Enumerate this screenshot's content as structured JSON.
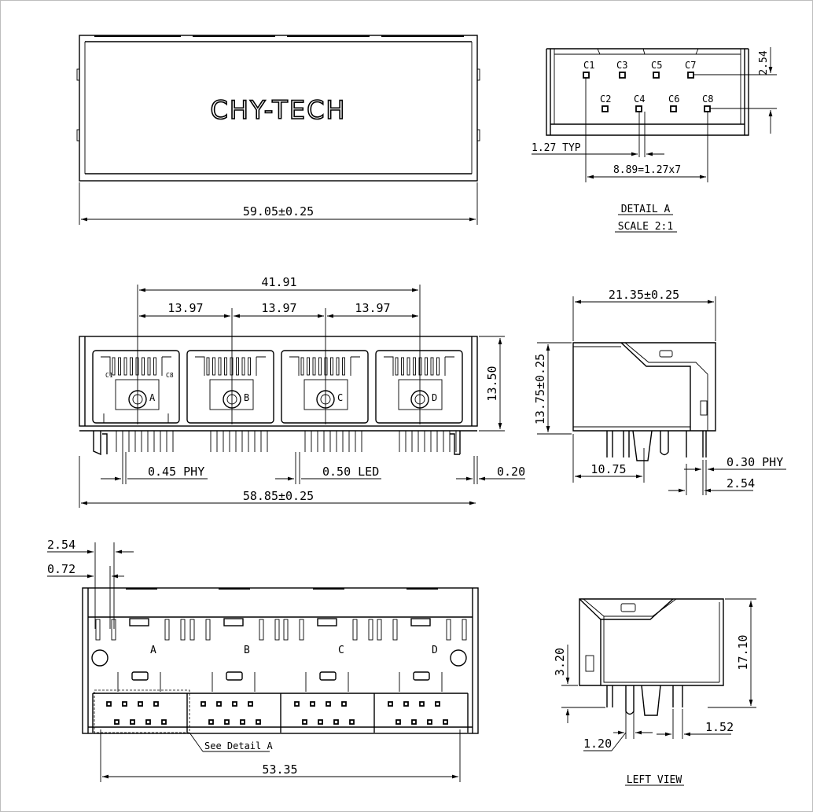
{
  "brand": "CHY-TECH",
  "top_view": {
    "width_dim": "59.05±0.25"
  },
  "detail_a": {
    "pins": [
      "C1",
      "C2",
      "C3",
      "C4",
      "C5",
      "C6",
      "C7",
      "C8"
    ],
    "dim_pitch_vertical": "2.54",
    "dim_typ": "1.27 TYP",
    "dim_span": "8.89=1.27x7",
    "title": "DETAIL A",
    "scale": "SCALE 2:1"
  },
  "front_view": {
    "dim_total_pitch": "41.91",
    "dim_port_pitch": [
      "13.97",
      "13.97",
      "13.97"
    ],
    "dim_height": "13.50",
    "port_labels": [
      "A",
      "B",
      "C",
      "D"
    ],
    "led_labels": [
      "C1",
      "C8"
    ],
    "dim_phy": "0.45 PHY",
    "dim_led": "0.50 LED",
    "dim_offset": "0.20",
    "dim_width": "58.85±0.25"
  },
  "side_view": {
    "dim_depth": "21.35±0.25",
    "dim_height": "13.75±0.25",
    "dim_pin_offset": "10.75",
    "dim_phy": "0.30 PHY",
    "dim_pitch": "2.54"
  },
  "bottom_view": {
    "dim_pitch": "2.54",
    "dim_small": "0.72",
    "port_labels": [
      "A",
      "B",
      "C",
      "D"
    ],
    "callout": "See Detail A",
    "dim_width": "53.35"
  },
  "left_view": {
    "dim_a": "3.20",
    "dim_height": "17.10",
    "dim_b": "1.52",
    "dim_c": "1.20",
    "title": "LEFT VIEW"
  }
}
